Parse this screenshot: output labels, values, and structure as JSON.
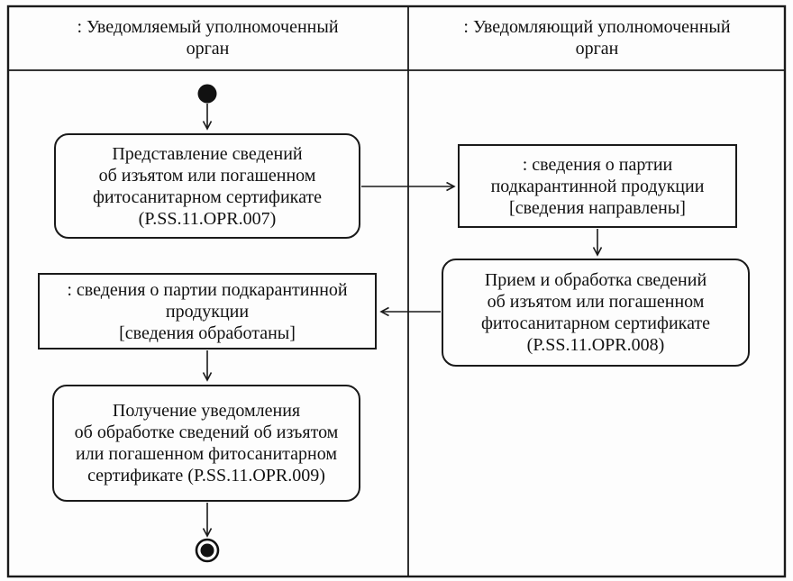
{
  "diagram": {
    "type": "uml-activity-swimlane",
    "lanes": [
      {
        "id": "notified-authority",
        "title": ": Уведомляемый уполномоченный\nорган"
      },
      {
        "id": "notifying-authority",
        "title": ": Уведомляющий уполномоченный\nорган"
      }
    ],
    "nodes": {
      "action_007": {
        "type": "action",
        "lane": "notified-authority",
        "label": "Представление сведений\nоб изъятом или погашенном\nфитосанитарном сертификате\n(P.SS.11.OPR.007)"
      },
      "object_sent": {
        "type": "object",
        "lane": "notifying-authority",
        "label": ": сведения о партии\nподкарантинной продукции\n[сведения направлены]"
      },
      "action_008": {
        "type": "action",
        "lane": "notifying-authority",
        "label": "Прием и обработка сведений\nоб изъятом или погашенном\nфитосанитарном сертификате\n(P.SS.11.OPR.008)"
      },
      "object_processed": {
        "type": "object",
        "lane": "notified-authority",
        "label": ": сведения о партии подкарантинной\nпродукции\n[сведения обработаны]"
      },
      "action_009": {
        "type": "action",
        "lane": "notified-authority",
        "label": "Получение уведомления\nоб обработке сведений об изъятом\nили погашенном фитосанитарном\nсертификате (P.SS.11.OPR.009)"
      }
    },
    "flows": [
      {
        "from": "start",
        "to": "action_007"
      },
      {
        "from": "action_007",
        "to": "object_sent"
      },
      {
        "from": "object_sent",
        "to": "action_008"
      },
      {
        "from": "action_008",
        "to": "object_processed"
      },
      {
        "from": "object_processed",
        "to": "action_009"
      },
      {
        "from": "action_009",
        "to": "end"
      }
    ],
    "colors": {
      "line": "#1a1a1a",
      "background": "#fdfdfd"
    }
  }
}
